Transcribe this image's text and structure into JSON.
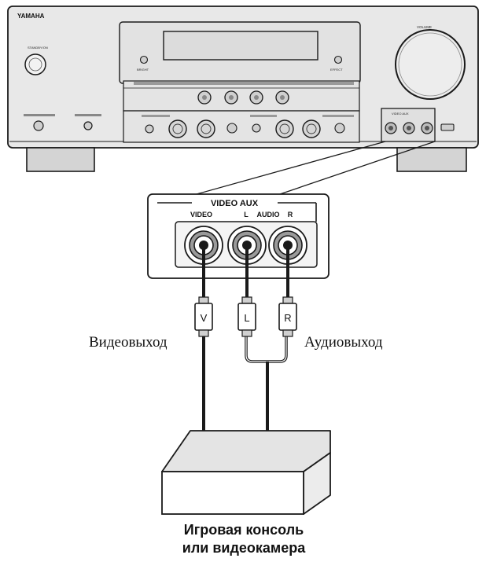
{
  "receiver": {
    "brand": "YAMAHA",
    "volume_label": "VOLUME",
    "bright_label": "BRIGHT",
    "effect_label": "EFFECT",
    "aux_panel_title": "VIDEO AUX"
  },
  "jack_panel": {
    "title": "VIDEO AUX",
    "video_label": "VIDEO",
    "left_label": "L",
    "audio_label": "AUDIO",
    "right_label": "R"
  },
  "plugs": {
    "video_letter": "V",
    "left_letter": "L",
    "right_letter": "R"
  },
  "labels": {
    "video_out": "Видеовыход",
    "audio_out": "Аудиовыход",
    "device_line1": "Игровая консоль",
    "device_line2": "или видеокамера"
  },
  "colors": {
    "panel_fill": "#e6e6e6",
    "line": "#1a1a1a",
    "jack_fill": "#9a9a9a"
  }
}
